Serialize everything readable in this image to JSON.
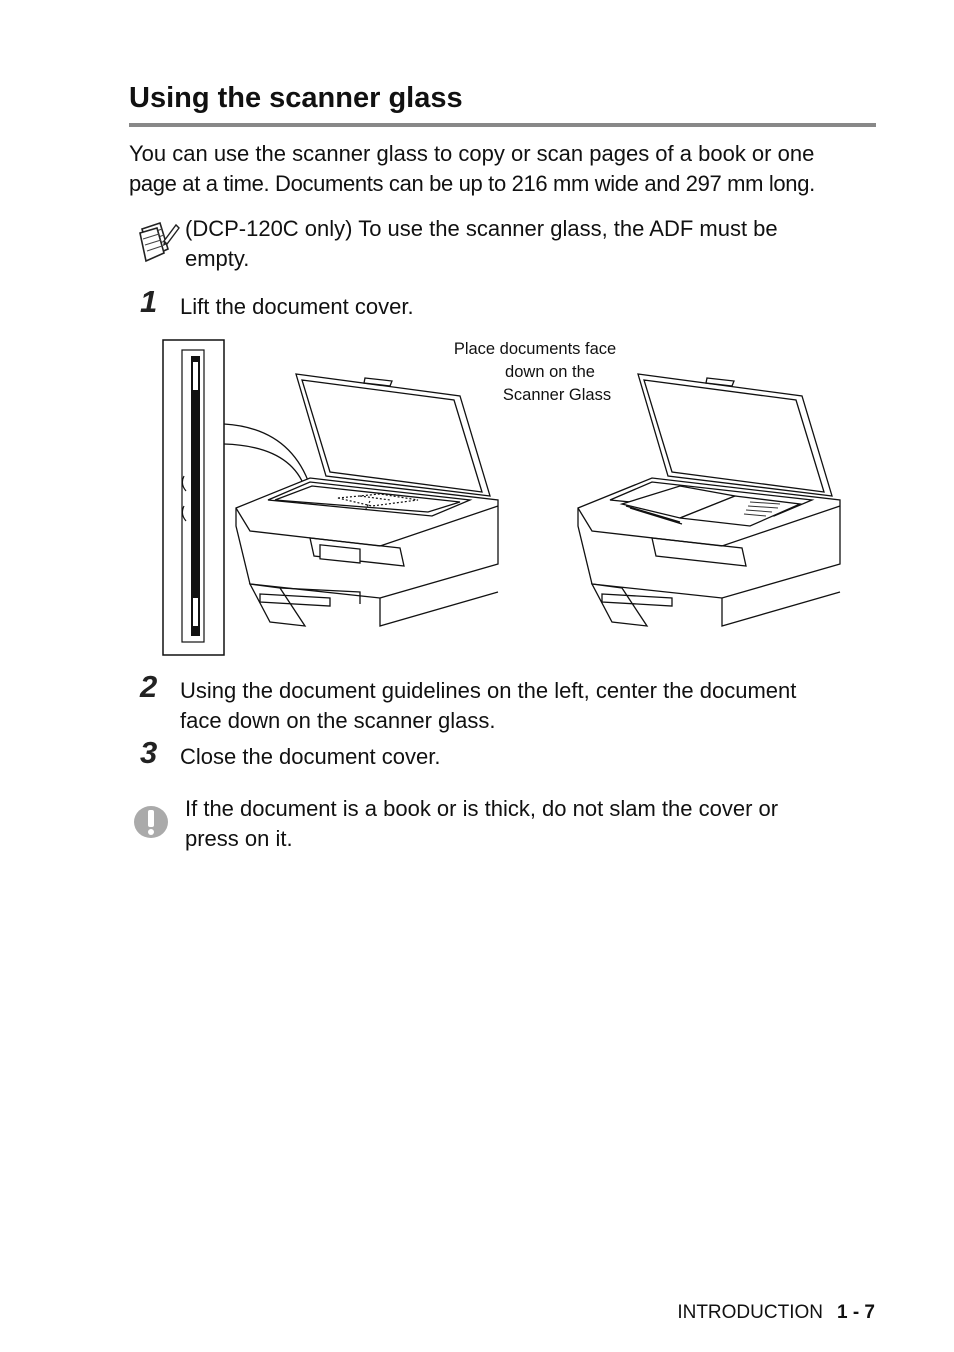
{
  "heading": "Using the scanner glass",
  "intro_line1": "You can use the scanner glass to copy or scan pages of a book or one",
  "intro_line2": "page at a time. Documents can be up to 216 mm wide and 297 mm long.",
  "note": {
    "icon": "note-pencil-icon",
    "line1": "(DCP-120C only) To use the scanner glass, the ADF must be",
    "line2": "empty."
  },
  "steps": [
    {
      "number": "1",
      "line1": "Lift the document cover.",
      "line2": ""
    },
    {
      "number": "2",
      "line1": "Using the document guidelines on the left, center the document",
      "line2": "face down on the scanner glass."
    },
    {
      "number": "3",
      "line1": "Close the document cover.",
      "line2": ""
    }
  ],
  "figure": {
    "caption_line1": "Place documents face",
    "caption_line2": "down on the",
    "caption_line3": "Scanner Glass"
  },
  "caution": {
    "icon": "caution-exclamation-icon",
    "line1": "If the document is a book or is thick, do not slam the cover or",
    "line2": "press on it."
  },
  "footer": {
    "section": "INTRODUCTION",
    "page": "1 - 7"
  }
}
